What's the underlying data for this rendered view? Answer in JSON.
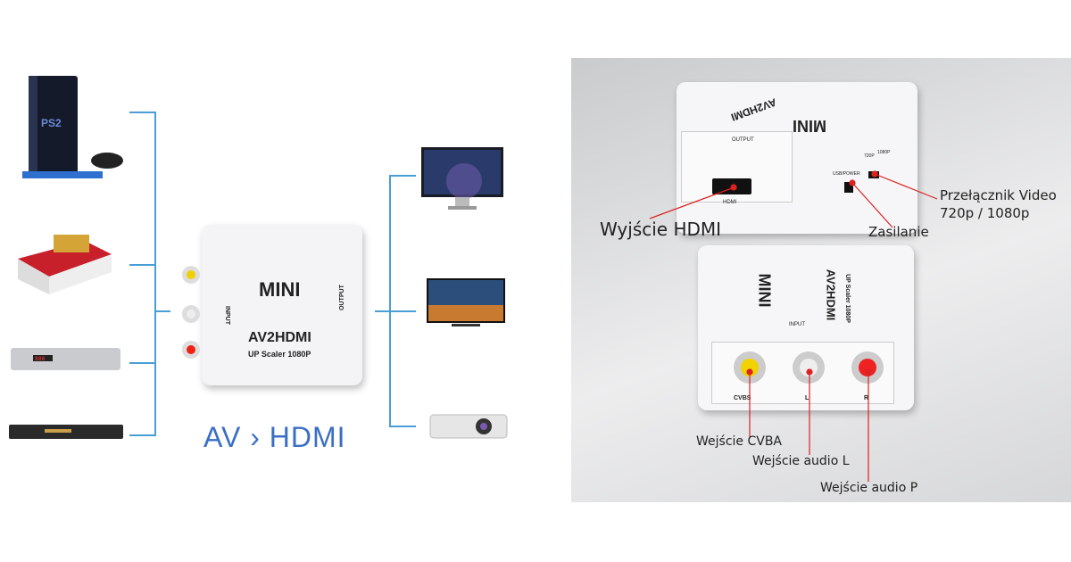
{
  "left": {
    "title": "AV › HDMI",
    "adapter": {
      "brand": "MINI",
      "model": "AV2HDMI",
      "subtitle": "UP Scaler 1080P",
      "input_label": "INPUT",
      "output_label": "OUTPUT"
    },
    "sources": [
      "ps2-console",
      "retro-game-console",
      "dvd-player",
      "dvd-player-slim"
    ],
    "outputs": [
      "monitor",
      "tv",
      "projector"
    ],
    "line_color": "#4a9ed6",
    "title_color": "#3a6fc4"
  },
  "right": {
    "labels": {
      "hdmi_out": "Wyjście HDMI",
      "power": "Zasilanie",
      "switch_line1": "Przełącznik Video",
      "switch_line2": "720p / 1080p",
      "cvba": "Wejście CVBA",
      "audio_l": "Wejście audio L",
      "audio_p": "Wejście audio P"
    },
    "device_top": {
      "brand": "MINI",
      "model": "AV2HDMI",
      "output": "OUTPUT",
      "hdmi": "HDMI",
      "usb": "USB/POWER",
      "p720": "720P",
      "p1080": "1080P"
    },
    "device_bottom": {
      "brand": "MINI",
      "model": "AV2HDMI",
      "subtitle": "UP Scaler 1080P",
      "input": "INPUT",
      "cvbs": "CVBS",
      "l": "L",
      "r": "R"
    },
    "pointer_color": "#d22"
  }
}
